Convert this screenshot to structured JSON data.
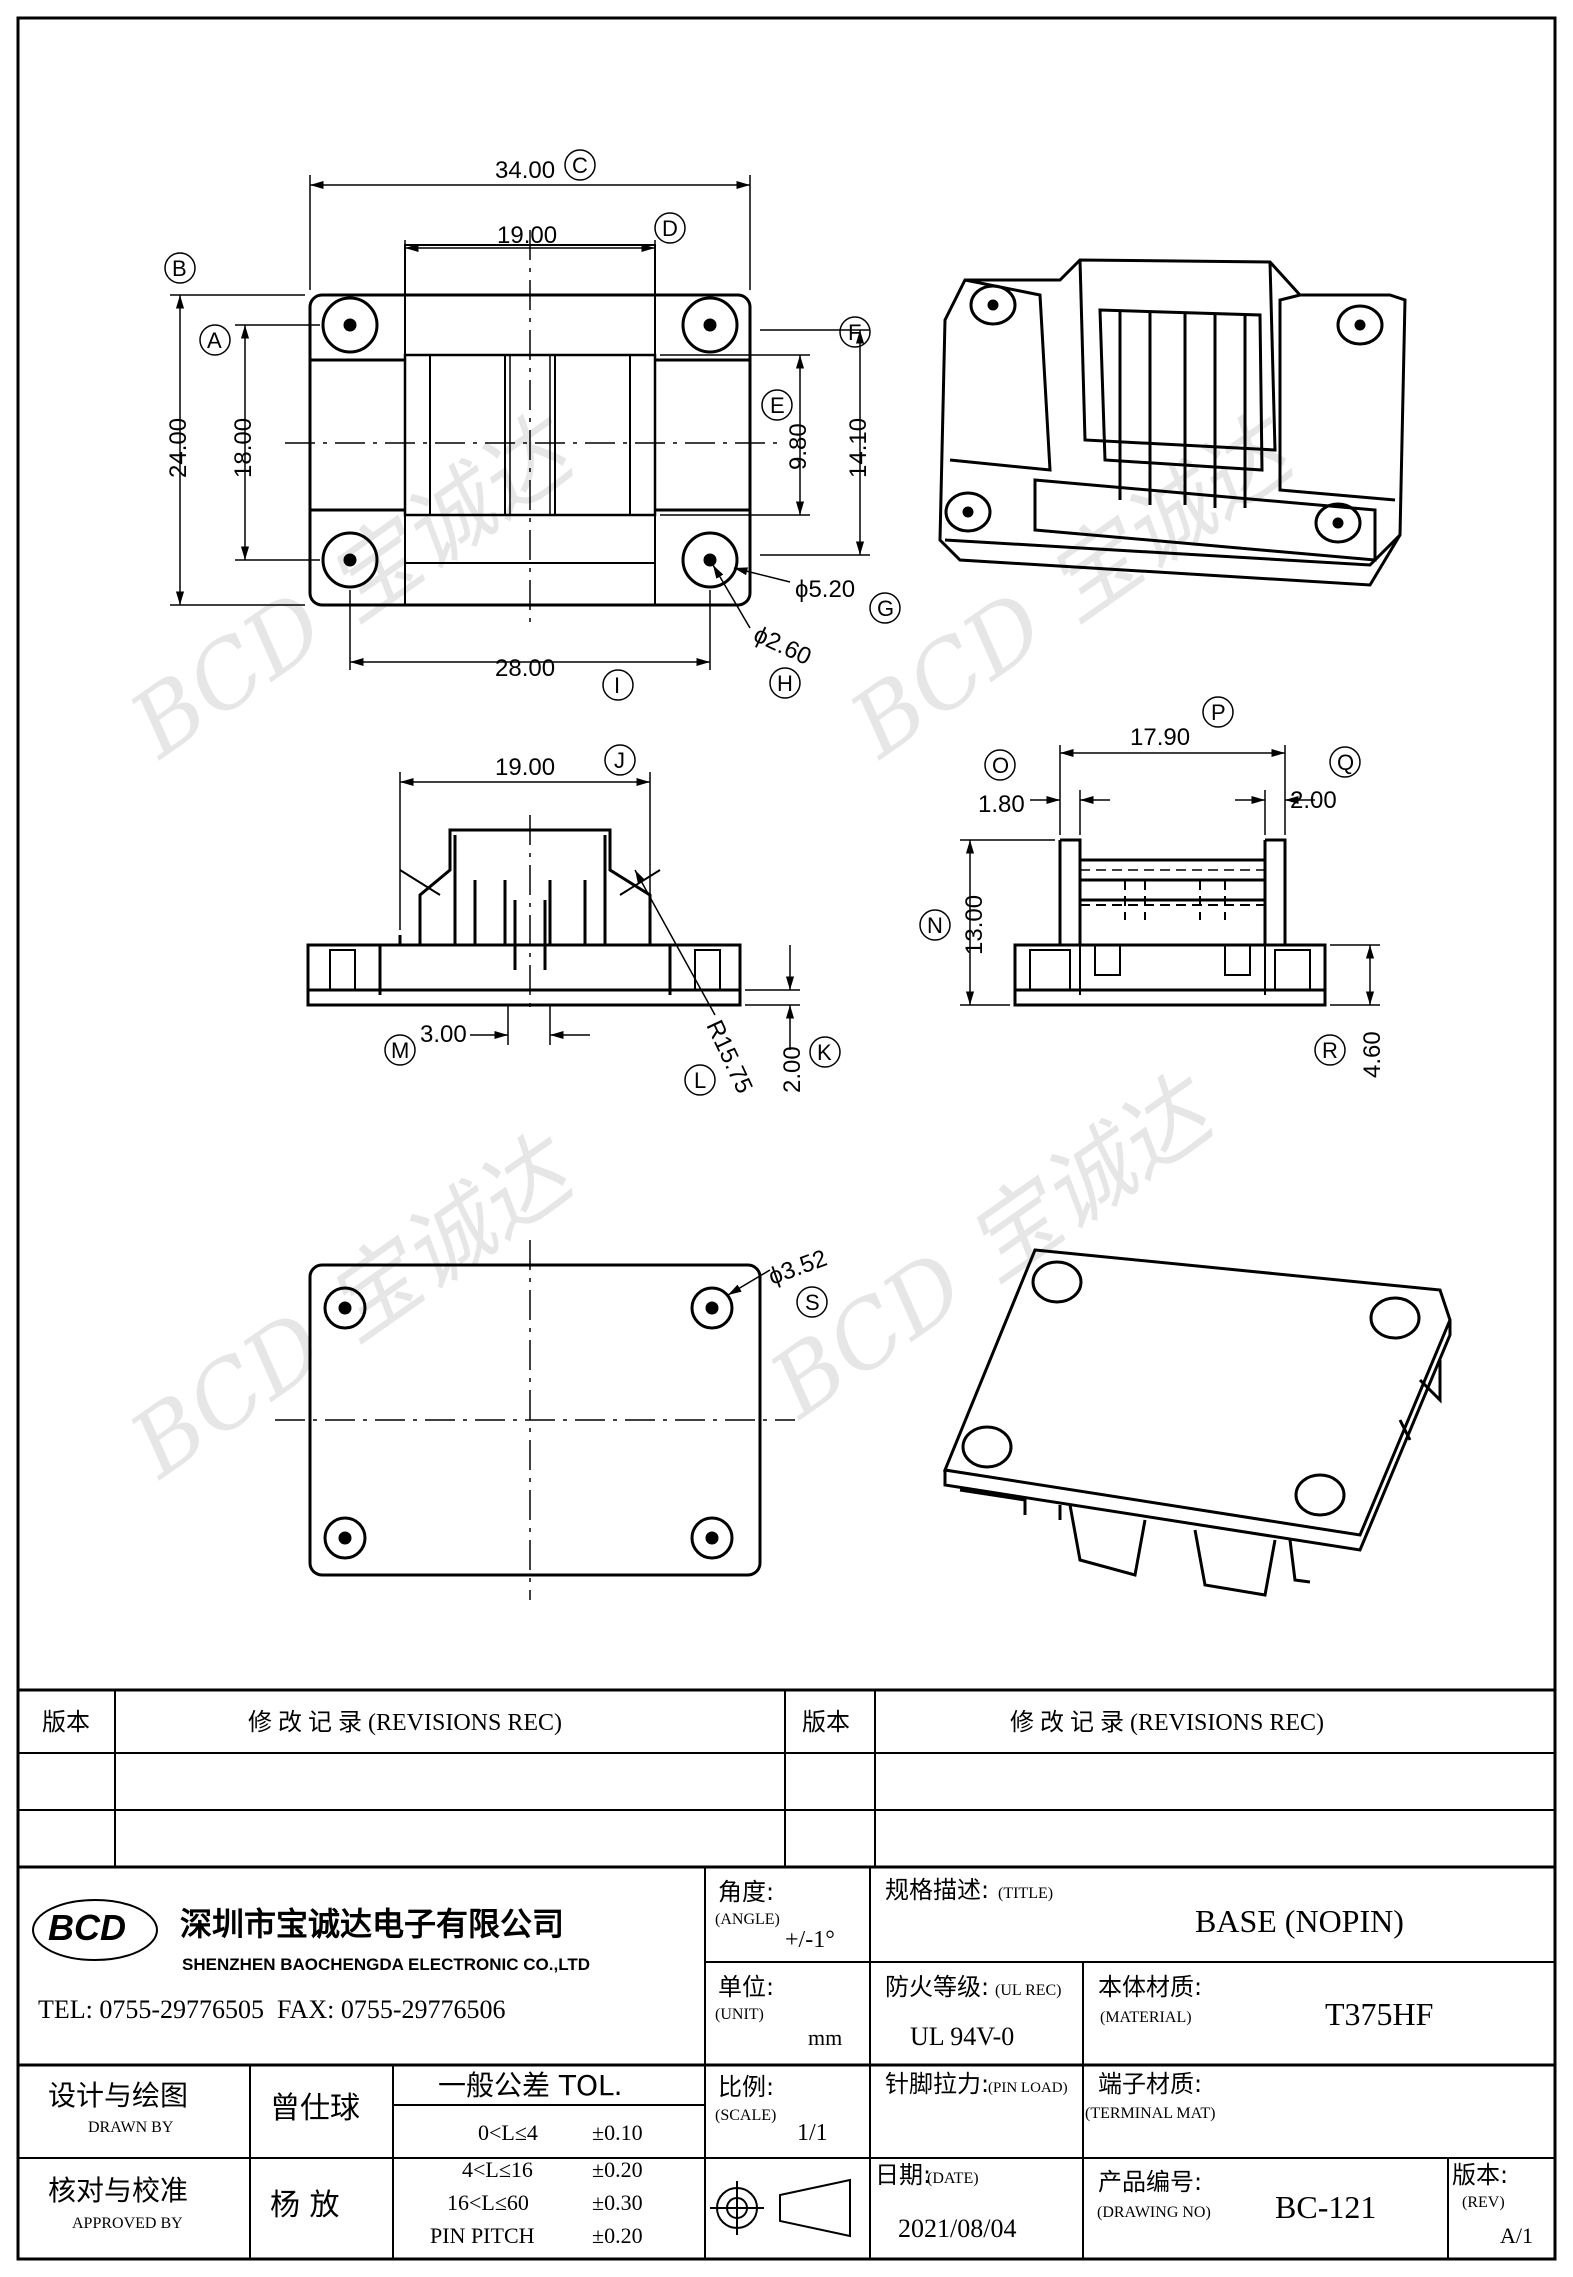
{
  "views": {
    "top": {
      "dims": {
        "overall_width": "34.00",
        "slot_width": "19.00",
        "overall_height": "24.00",
        "hole_span_v": "18.00",
        "inner_v": "9.80",
        "outer_v": "14.10",
        "hole_span_h": "28.00",
        "pad_dia": "ϕ5.20",
        "hole_dia": "ϕ2.60"
      },
      "labels": {
        "C": "C",
        "D": "D",
        "B": "B",
        "A": "A",
        "F": "F",
        "E": "E",
        "G": "G",
        "H": "H",
        "I": "I"
      }
    },
    "front": {
      "dims": {
        "width": "19.00",
        "gap": "3.00",
        "radius": "R15.75",
        "thickness": "2.00"
      },
      "labels": {
        "J": "J",
        "M": "M",
        "L": "L",
        "K": "K"
      }
    },
    "side": {
      "dims": {
        "width": "17.90",
        "left": "1.80",
        "right": "2.00",
        "height": "13.00",
        "base": "4.60"
      },
      "labels": {
        "O": "O",
        "P": "P",
        "Q": "Q",
        "N": "N",
        "R": "R"
      }
    },
    "bottom": {
      "dims": {
        "hole_dia": "ϕ3.52"
      },
      "labels": {
        "S": "S"
      }
    }
  },
  "revisions": {
    "col_version": "版本",
    "col_record": "修 改 记 录 (REVISIONS REC)"
  },
  "company": {
    "logo": "BCD",
    "name_cn": "深圳市宝诚达电子有限公司",
    "name_en": "SHENZHEN BAOCHENGDA ELECTRONIC CO.,LTD",
    "contact": "TEL: 0755-29776505  FAX: 0755-29776506"
  },
  "titleblock": {
    "angle_label": "角度:",
    "angle_label_en": "(ANGLE)",
    "angle_value": "+/-1°",
    "title_label": "规格描述:",
    "title_label_en": "(TITLE)",
    "title_value": "BASE (NOPIN)",
    "unit_label": "单位:",
    "unit_label_en": "(UNIT)",
    "unit_value": "mm",
    "ul_label": "防火等级:",
    "ul_label_en": "(UL REC)",
    "ul_value": "UL 94V-0",
    "material_label": "本体材质:",
    "material_label_en": "(MATERIAL)",
    "material_value": "T375HF",
    "drawn_label": "设计与绘图",
    "drawn_label_en": "DRAWN BY",
    "drawn_value": "曾仕球",
    "approved_label": "核对与校准",
    "approved_label_en": "APPROVED BY",
    "approved_value": "杨 放",
    "tol_title": "一般公差 TOL.",
    "tol_rows": [
      {
        "range": "0<L≤4",
        "value": "±0.10"
      },
      {
        "range": "4<L≤16",
        "value": "±0.20"
      },
      {
        "range": "16<L≤60",
        "value": "±0.30"
      },
      {
        "range": "PIN PITCH",
        "value": "±0.20"
      }
    ],
    "scale_label": "比例:",
    "scale_label_en": "(SCALE)",
    "scale_value": "1/1",
    "pin_label": "针脚拉力:",
    "pin_label_en": "(PIN LOAD)",
    "terminal_label": "端子材质:",
    "terminal_label_en": "(TERMINAL MAT)",
    "date_label": "日期:",
    "date_label_en": "(DATE)",
    "date_value": "2021/08/04",
    "drawing_label": "产品编号:",
    "drawing_label_en": "(DRAWING NO)",
    "drawing_value": "BC-121",
    "rev_label": "版本:",
    "rev_label_en": "(REV)",
    "rev_value": "A/1"
  },
  "colors": {
    "line": "#000000",
    "paper": "#ffffff",
    "watermark": "#e6e6e6"
  }
}
